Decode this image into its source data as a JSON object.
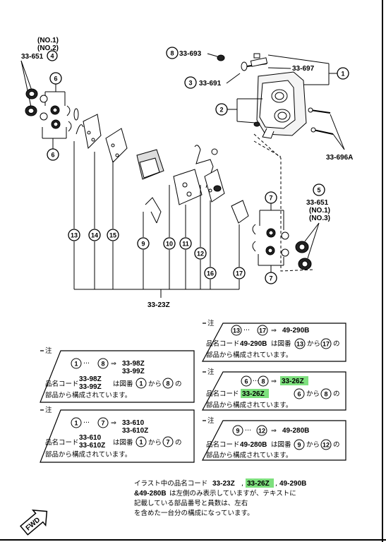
{
  "parts": {
    "top_left": {
      "no1": "(NO.1)",
      "no2": "(NO.2)",
      "code": "33-651",
      "num": "4"
    },
    "p6": "6",
    "p8": {
      "num": "8",
      "code": "33-693"
    },
    "p3": {
      "num": "3",
      "code": "33-691"
    },
    "p1": {
      "code": "33-697",
      "num": "1"
    },
    "p2": "2",
    "p696a": "33-696A",
    "p5": {
      "num": "5",
      "code": "33-651",
      "no1": "(NO.1)",
      "no3": "(NO.3)"
    },
    "p7": "7",
    "column_nums": [
      "13",
      "14",
      "15",
      "9",
      "10",
      "11",
      "12",
      "16",
      "17"
    ],
    "bottom_code": "33-23Z"
  },
  "notes": {
    "chu": "注",
    "n1": {
      "a": "1",
      "b": "8",
      "arrow": "⇒",
      "code1": "33-98Z",
      "code2": "33-99Z",
      "prefix": "品名コード",
      "c1": "33-98Z",
      "c2": "33-99Z",
      "t1": "は図番",
      "t2": "から",
      "t3": "の",
      "line2": "部品から構成されています。"
    },
    "n2": {
      "a": "1",
      "b": "7",
      "arrow": "⇒",
      "code1": "33-610",
      "code2": "33-610Z",
      "prefix": "品名コード",
      "c1": "33-610",
      "c2": "33-610Z",
      "t1": "は図番",
      "t2": "から",
      "t3": "の",
      "line2": "部品から構成されています。"
    },
    "n3": {
      "a": "13",
      "b": "17",
      "arrow": "⇒",
      "code": "49-290B",
      "prefix": "品名コード",
      "c": "49-290B",
      "t1": "は図番",
      "t2": "から",
      "t3": "の",
      "line2": "部品から構成されています。"
    },
    "n4": {
      "a": "6",
      "b": "8",
      "arrow": "⇒",
      "code": "33-26Z",
      "prefix": "品名コー",
      "prefix2": "ド",
      "c": "33-26Z",
      "t2": "から",
      "t3": "の",
      "line2": "部品から構成されています。"
    },
    "n5": {
      "a": "9",
      "b": "12",
      "arrow": "⇒",
      "code": "49-280B",
      "prefix": "品名コード",
      "c": "49-280B",
      "t1": "は図番",
      "t2": "から",
      "t3": "の",
      "line2": "部品から構成されています。"
    },
    "dots": "···"
  },
  "footer": {
    "l1a": "イラスト中の品名コード",
    "l1b": "33-23Z",
    "l1c": "33-26Z",
    "l1d": "49-290B",
    "l2a": "&49-280B",
    "l2b": "は左側のみ表示していますが、テキストに",
    "l3": "記載している部品番号と員数は、左右",
    "l4": "を含めた一台分の構成になっています。"
  },
  "fwd": "FWD",
  "colors": {
    "highlight": "#7ee07e"
  }
}
